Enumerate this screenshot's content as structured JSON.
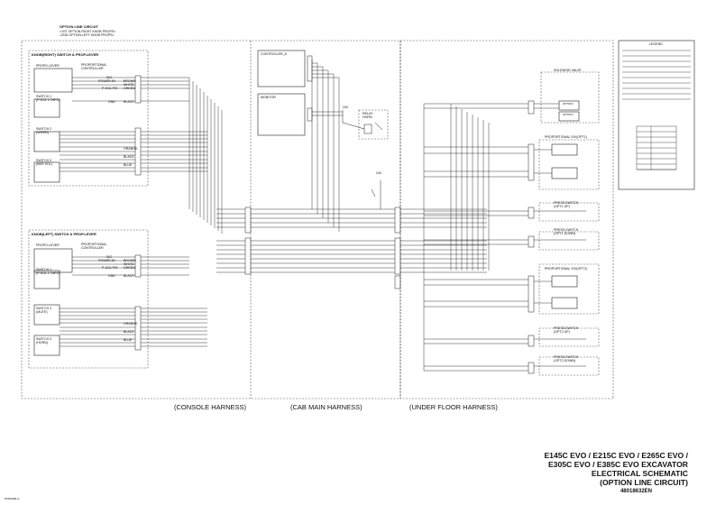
{
  "header": {
    "circuit_title": "OPTION LINE CIRCUIT",
    "sub1": "<1ST OPTION RIGHT KNOB PROPS>",
    "sub2": "<2ND OPTION LEFT KNOB PROPS>"
  },
  "knob_right": {
    "title": "KNOB(RIGHT) SWITCH & PROP.LEVER",
    "prop_lever": "PROPO.LEVER",
    "controller_l1": "PROPORTIONAL",
    "controller_l2": "CONTROLLER",
    "switch1_l1": "SWITCH 1",
    "switch1_l2": "(P-SOL 2 1NPU)",
    "switch2_l1": "SWITCH 2",
    "switch2_l2": "(WIPER)",
    "switch3_l1": "SWITCH 3",
    "switch3_l2": "(BKR SOL)"
  },
  "knob_left": {
    "title": "KNOB(LEFT) SWITCH & PROP.LEVER",
    "prop_lever": "PROPO.LEVER",
    "controller_l1": "PROPORTIONAL",
    "controller_l2": "CONTROLLER",
    "switch1_l1": "SWITCH 1",
    "switch1_l2": "(P-SOL 2 1NPU)",
    "switch2_l1": "SWITCH 2",
    "switch2_l2": "(MUTE)",
    "switch3_l1": "SWITCH 3",
    "switch3_l2": "(HORN)"
  },
  "pin_labels": [
    "SIG",
    "POWER 5V",
    "GND",
    "P-SOL P/S",
    "GND"
  ],
  "wire_colors": [
    "BROWN",
    "WHITE",
    "GREEN",
    "BLACK",
    "ORANGE",
    "BLUE"
  ],
  "middle": {
    "controller": "CONTROLLER_A",
    "monitor": "MONITOR",
    "relay_l1": "RELAY",
    "relay_l2": "HORN",
    "v24_a": "24V",
    "v24_b": "24V"
  },
  "right": {
    "solenoid_valve": "SOLENOID VALVE",
    "prop_sv1": "PROPORTIONAL S/V(OPT1)",
    "press_sw1_up_l1": "PRESS.SWITCH",
    "press_sw1_up_l2": "(OPT1 UP)",
    "press_sw1_dn_l1": "PRESS.SWITCH",
    "press_sw1_dn_l2": "(OPT1 DOWN)",
    "prop_sv2": "PROPORTIONAL S/V(OPT2)",
    "press_sw2_up_l1": "PRESS.SWITCH",
    "press_sw2_up_l2": "(OPT2 UP)",
    "press_sw2_dn_l1": "PRESS.SWITCH",
    "press_sw2_dn_l2": "(OPT2 DOWN)",
    "option1": "OPTION",
    "option2": "OPTION"
  },
  "harness_labels": {
    "console": "(CONSOLE HARNESS)",
    "cab": "(CAB MAIN HARNESS)",
    "under": "(UNDER FLOOR HARNESS)"
  },
  "title_block": {
    "line1": "E145C EVO / E215C EVO / E265C EVO /",
    "line2": "E305C EVO / E385C EVO EXCAVATOR",
    "line3": "ELECTRICAL SCHEMATIC",
    "line4": "(OPTION LINE CIRCUIT)",
    "part_no": "48018632EN"
  },
  "legend": {
    "title": "LEGEND"
  },
  "footer_code": "87551080-A",
  "colors": {
    "line": "#222222",
    "dash": "#555555",
    "bg": "#ffffff"
  }
}
